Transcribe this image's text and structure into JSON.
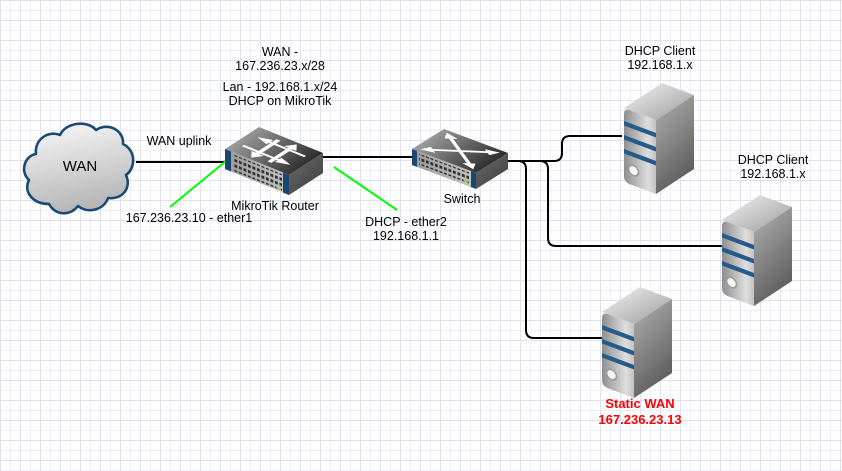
{
  "diagram": {
    "cloud": {
      "label": "WAN"
    },
    "router": {
      "name": "MikroTik Router"
    },
    "switch": {
      "name": "Switch"
    },
    "clients": [
      {
        "label": "DHCP Client",
        "address": "192.168.1.x"
      },
      {
        "label": "DHCP Client",
        "address": "192.168.1.x"
      }
    ],
    "static_server": {
      "label": "Static WAN",
      "address": "167.236.23.13"
    },
    "notes": {
      "uplink": "WAN uplink",
      "wan_line1": "WAN -",
      "wan_line2": "167.236.23.x/28",
      "lan_line1": "Lan - 192.168.1.x/24",
      "lan_line2": "DHCP on MikroTik",
      "ether1": "167.236.23.10 - ether1",
      "ether2_line1": "DHCP - ether2",
      "ether2_line2": "192.168.1.1"
    },
    "colors": {
      "link": "#000000",
      "highlight_link": "#00ff00",
      "static_text": "#ff0000",
      "device_stripe": "#255a8a",
      "device_band": "#1c4670",
      "cloud_stroke": "#1a4a73"
    }
  }
}
